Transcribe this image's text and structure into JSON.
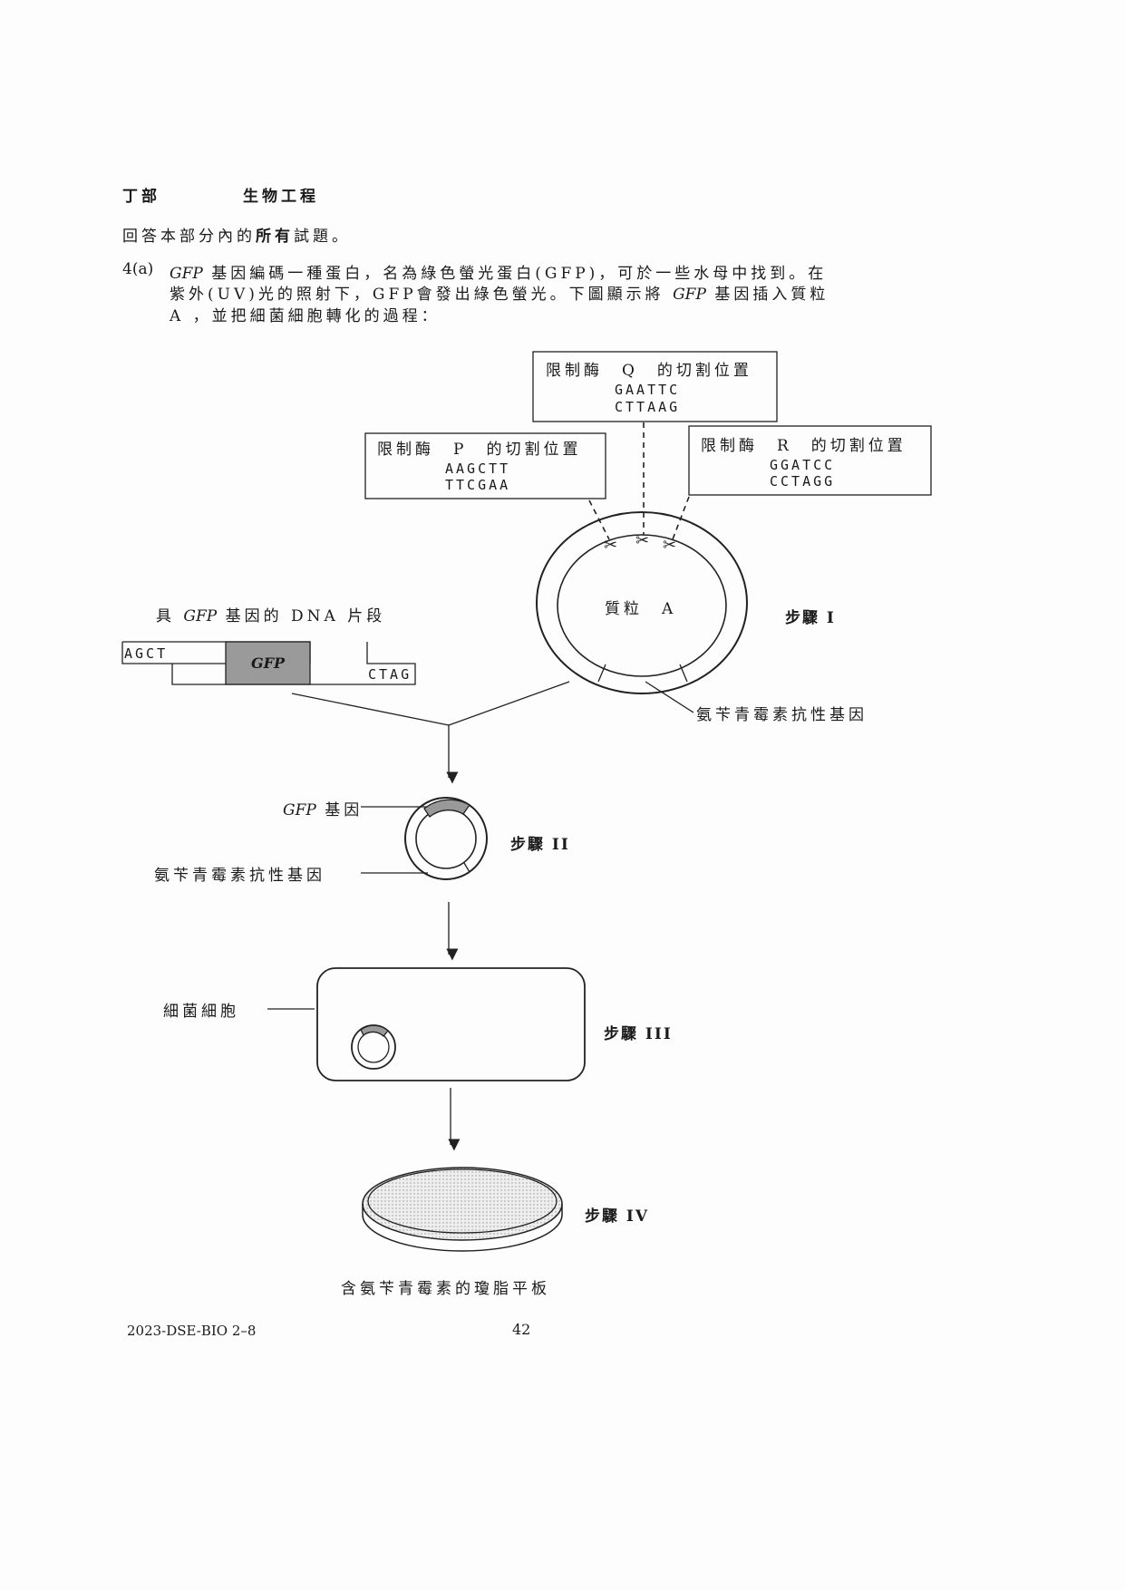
{
  "section": {
    "part": "丁部",
    "title": "生物工程"
  },
  "instruction": {
    "pre": "回答本部分內的",
    "bold": "所有",
    "post": "試題。"
  },
  "question": {
    "number": "4(a)",
    "line1_gene": "GFP",
    "line1": "基因編碼一種蛋白，名為綠色螢光蛋白(GFP)，可於一些水母中找到。在",
    "line2a": "紫外(UV)光的照射下，GFP會發出綠色螢光。下圖顯示將",
    "line2_gene": "GFP",
    "line2b": "基因插入質粒",
    "line3": "A ，並把細菌細胞轉化的過程："
  },
  "diagram": {
    "enzyme_q": {
      "label": "限制酶　Q　的切割位置",
      "top": "GAATTC",
      "bottom": "CTTAAG"
    },
    "enzyme_p": {
      "label": "限制酶　P　的切割位置",
      "top": "AAGCTT",
      "bottom": "TTCGAA"
    },
    "enzyme_r": {
      "label": "限制酶　R　的切割位置",
      "top": "GGATCC",
      "bottom": "CCTAGG"
    },
    "plasmid_label": "質粒　A",
    "step1": "步驟 I",
    "step2": "步驟 II",
    "step3": "步驟 III",
    "step4": "步驟 IV",
    "fragment_label_pre": "具",
    "fragment_label_gene": "GFP",
    "fragment_label_post": "基因的 DNA 片段",
    "fragment_left": "AGCT",
    "fragment_gene": "GFP",
    "fragment_right": "CTAG",
    "amp_gene": "氨苄青霉素抗性基因",
    "gfp_gene_italic": "GFP",
    "gfp_gene_suffix": "基因",
    "amp_gene2": "氨苄青霉素抗性基因",
    "bacterial_cell": "細菌細胞",
    "agar_plate": "含氨苄青霉素的瓊脂平板"
  },
  "footer": {
    "code": "2023-DSE-BIO 2–8",
    "page": "42"
  }
}
